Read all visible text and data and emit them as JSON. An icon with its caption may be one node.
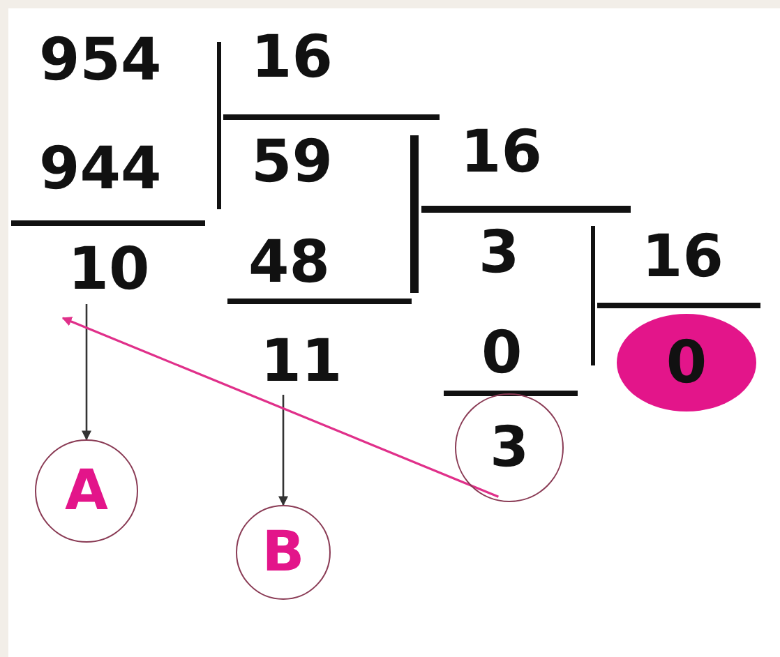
{
  "diagram": {
    "nodes": [
      {
        "text": [
          "10"
        ]
      },
      {
        "text": [
          "11"
        ]
      },
      {
        "text": [
          "0"
        ]
      },
      {
        "text": [
          "3"
        ]
      },
      {
        "text": [
          "A"
        ]
      },
      {
        "text": [
          "B"
        ]
      }
    ],
    "edges": [
      {
        "from": 0,
        "to": 4,
        "arrow": "to"
      },
      {
        "from": 1,
        "to": 5,
        "arrow": "to"
      },
      {
        "from": 3,
        "to": 0,
        "arrow": "to",
        "color": "#e0308a"
      }
    ],
    "labels": [
      "954",
      "16",
      "944",
      "59",
      "16",
      "48",
      "3",
      "16",
      "0"
    ]
  }
}
